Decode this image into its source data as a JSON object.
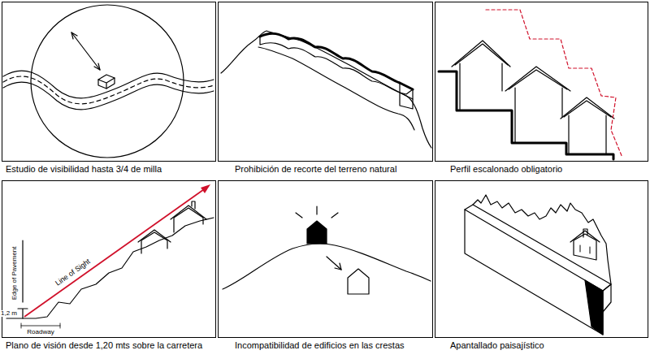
{
  "diagram": {
    "nodes": [
      {
        "text": [
          "Estudio de visibilidad hasta 3/4 de milla"
        ]
      },
      {
        "text": [
          "Prohibición de recorte del terreno natural"
        ]
      },
      {
        "text": [
          "Perfil escalonado obligatorio"
        ]
      },
      {
        "text": [
          "Plano de visión desde 1,20 mts sobre la carretera"
        ]
      },
      {
        "text": [
          "Incompatibilidad de edificios en las crestas"
        ]
      },
      {
        "text": [
          "Apantallado paisajístico"
        ]
      }
    ],
    "labels": [
      "Line of Sight",
      "Edge of Pavement",
      "1,2 m",
      "Roadway"
    ]
  }
}
